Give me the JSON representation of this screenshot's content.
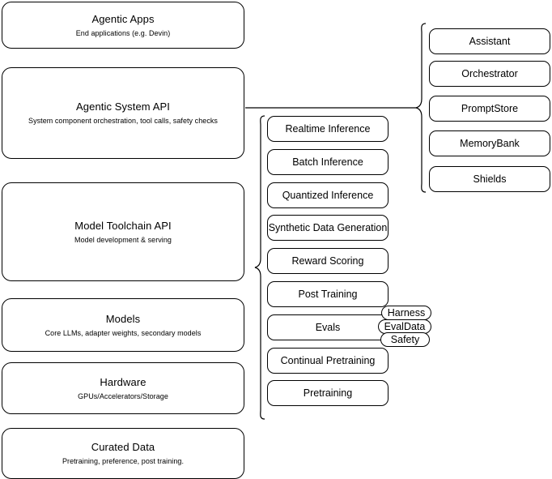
{
  "diagram": {
    "title": "AI stack layers diagram",
    "stroke_color": "#000000",
    "background_color": "#ffffff",
    "layers": [
      {
        "id": "agentic-apps",
        "title": "Agentic Apps",
        "subtitle": "End applications (e.g. Devin)"
      },
      {
        "id": "agentic-system-api",
        "title": "Agentic System API",
        "subtitle": "System component orchestration, tool calls, safety checks"
      },
      {
        "id": "model-toolchain-api",
        "title": "Model Toolchain API",
        "subtitle": "Model development & serving"
      },
      {
        "id": "models",
        "title": "Models",
        "subtitle": "Core LLMs, adapter weights, secondary models"
      },
      {
        "id": "hardware",
        "title": "Hardware",
        "subtitle": "GPUs/Accelerators/Storage"
      },
      {
        "id": "curated-data",
        "title": "Curated Data",
        "subtitle": "Pretraining, preference, post training."
      }
    ],
    "toolchain_capabilities": [
      {
        "id": "realtime-inference",
        "label": "Realtime Inference"
      },
      {
        "id": "batch-inference",
        "label": "Batch Inference"
      },
      {
        "id": "quantized-inference",
        "label": "Quantized Inference"
      },
      {
        "id": "synthetic-data-generation",
        "label": "Synthetic Data Generation"
      },
      {
        "id": "reward-scoring",
        "label": "Reward Scoring"
      },
      {
        "id": "post-training",
        "label": "Post Training"
      },
      {
        "id": "evals",
        "label": "Evals"
      },
      {
        "id": "continual-pretraining",
        "label": "Continual Pretraining"
      },
      {
        "id": "pretraining",
        "label": "Pretraining"
      }
    ],
    "eval_pills": [
      {
        "id": "harness",
        "label": "Harness"
      },
      {
        "id": "evaldata",
        "label": "EvalData"
      },
      {
        "id": "safety",
        "label": "Safety"
      }
    ],
    "system_components": [
      {
        "id": "assistant",
        "label": "Assistant"
      },
      {
        "id": "orchestrator",
        "label": "Orchestrator"
      },
      {
        "id": "promptstore",
        "label": "PromptStore"
      },
      {
        "id": "memorybank",
        "label": "MemoryBank"
      },
      {
        "id": "shields",
        "label": "Shields"
      }
    ]
  }
}
